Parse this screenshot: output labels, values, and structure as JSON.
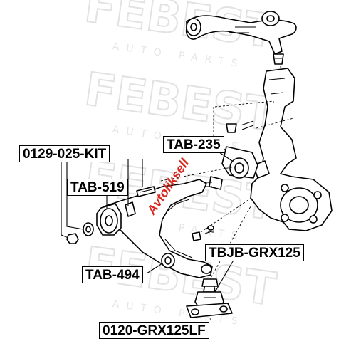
{
  "watermark": {
    "brand": "FEBEST",
    "tagline": "AUTO PARTS",
    "color": "#e6e6e6"
  },
  "stamp": {
    "text": "Avtoliksell",
    "color": "#d9261c"
  },
  "labels": {
    "kit": "0129-025-KIT",
    "tab235": "TAB-235",
    "tab519": "TAB-519",
    "tbjb": "TBJB-GRX125",
    "tab494": "TAB-494",
    "ball_joint": "0120-GRX125LF"
  }
}
